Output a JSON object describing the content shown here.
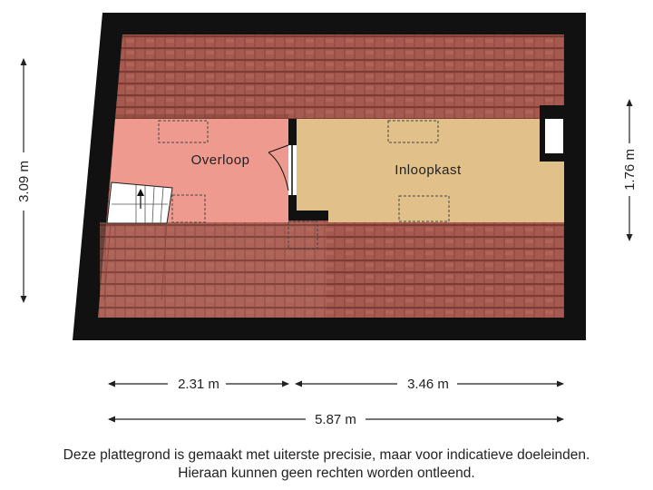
{
  "rooms": {
    "overloop": "Overloop",
    "inloopkast": "Inloopkast"
  },
  "dimensions": {
    "height_left": "3.09 m",
    "height_right": "1.76 m",
    "width_left": "2.31 m",
    "width_right": "3.46 m",
    "width_total": "5.87 m"
  },
  "disclaimer": {
    "line1": "Deze plattegrond is gemaakt met uiterste precisie, maar voor indicatieve doeleinden.",
    "line2": "Hieraan kunnen geen rechten worden ontleend."
  },
  "colors": {
    "roof": "#a4554b",
    "overloop_floor": "#ee9a8e",
    "inloopkast_floor": "#e1c08a",
    "wall": "#111111"
  }
}
